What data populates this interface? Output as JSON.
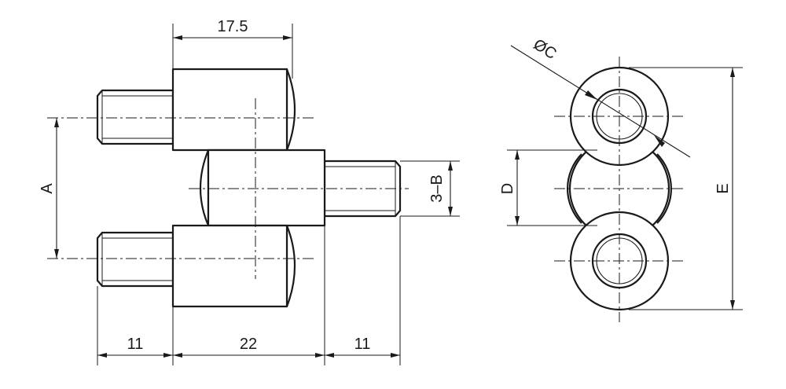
{
  "dimensions": {
    "overall_top": "17.5",
    "left_pin": "11",
    "body": "22",
    "right_pin": "11",
    "pitch": "A",
    "pin_diameter": "3–B",
    "knuckle_diameter": "D",
    "overall_height": "E",
    "bore_diameter": "ØC"
  }
}
